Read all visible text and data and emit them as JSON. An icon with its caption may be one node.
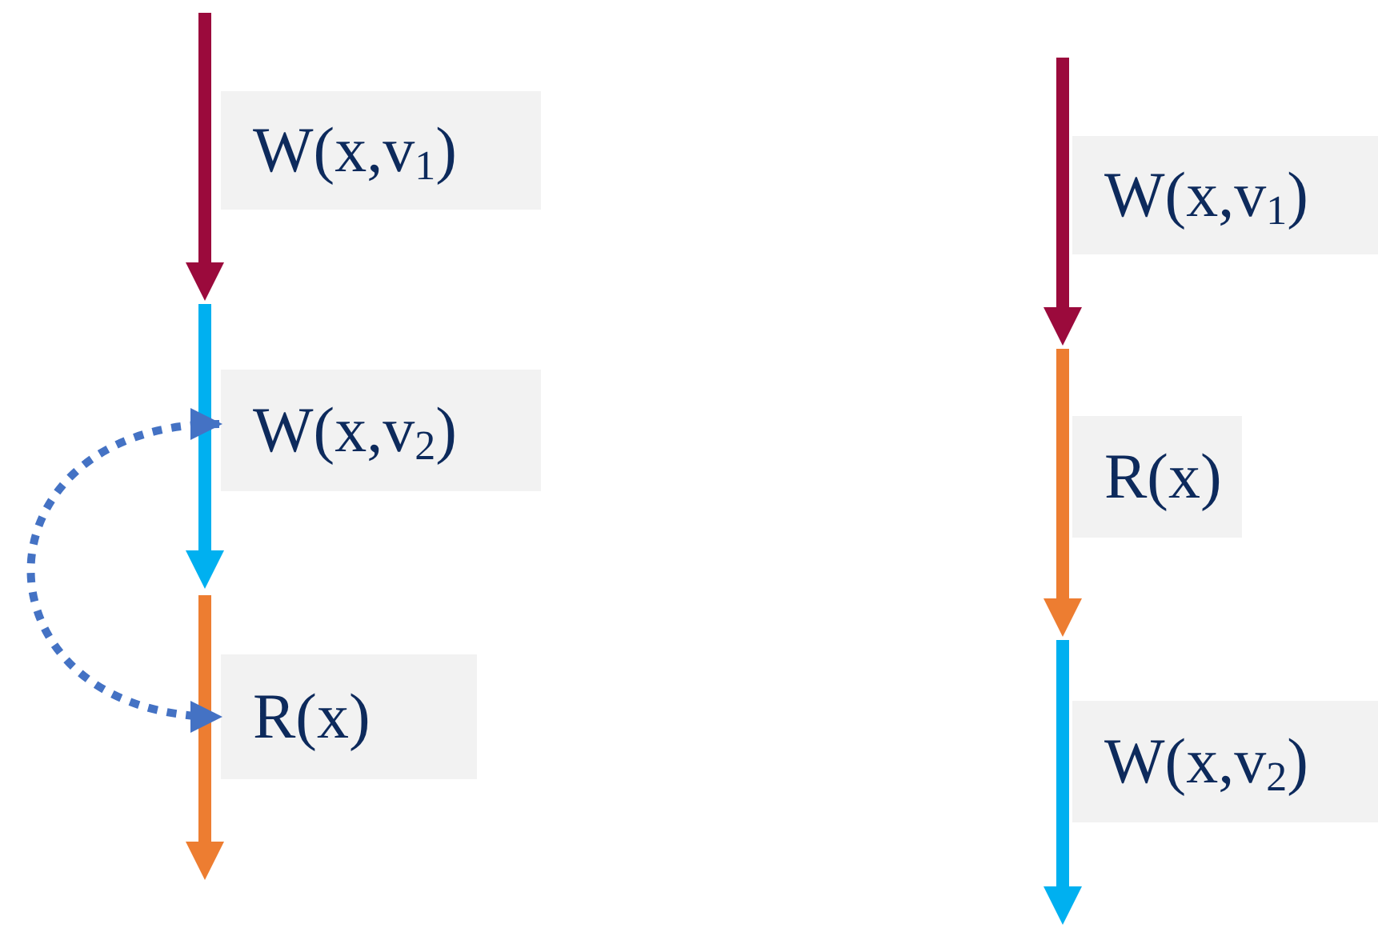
{
  "diagram": {
    "nodes": [
      {
        "text": [
          "W(x,v$_{1}$)"
        ]
      },
      {
        "text": [
          "W(x,v$_{2}$)"
        ]
      },
      {
        "text": [
          "R(x)"
        ]
      },
      {
        "text": [
          "W(x,v$_{1}$)"
        ]
      },
      {
        "text": [
          "R(x)"
        ]
      },
      {
        "text": [
          "W(x,v$_{2}$)"
        ]
      }
    ],
    "edges": [
      {
        "from": 1,
        "to": 2,
        "arrow": "both",
        "style": "dashed",
        "color": "#4472c4"
      }
    ]
  }
}
